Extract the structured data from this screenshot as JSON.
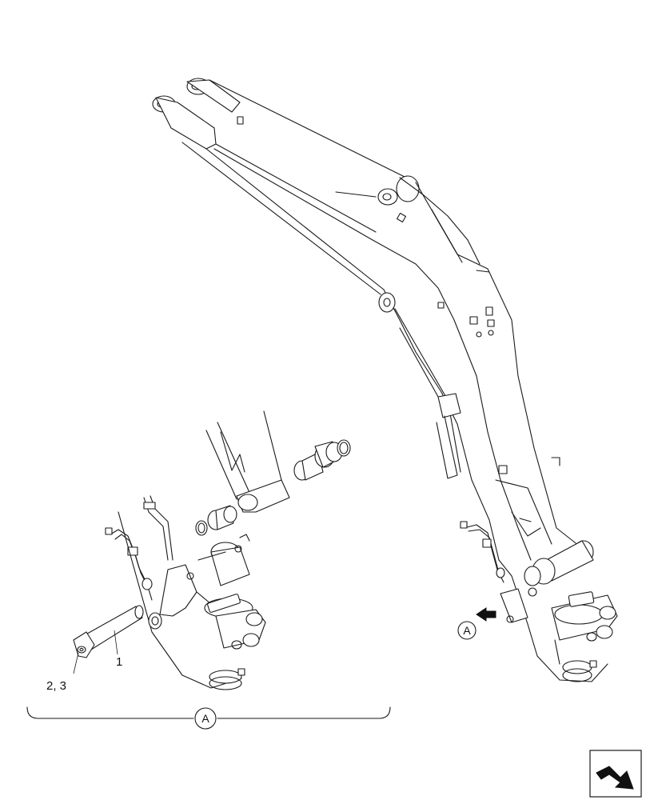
{
  "callouts": {
    "part_1": "1",
    "part_2_3": "2, 3",
    "view_ref_detail": "A",
    "view_ref_main": "A"
  },
  "icons": {
    "nav_arrow": "next-page-arrow-icon",
    "view_arrow": "view-direction-arrow-icon"
  },
  "colors": {
    "line": "#1a1a1a",
    "background": "#ffffff"
  }
}
